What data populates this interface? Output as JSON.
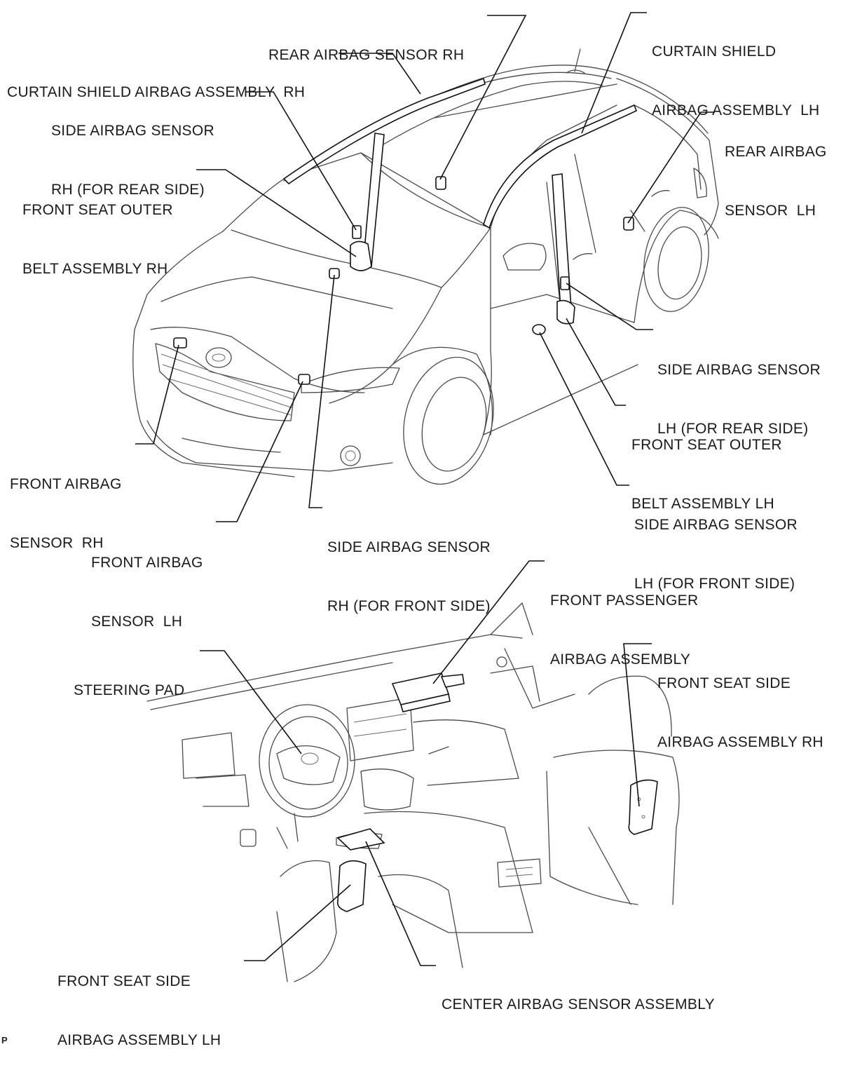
{
  "labels": {
    "rear_airbag_sensor_rh": [
      "REAR AIRBAG SENSOR RH"
    ],
    "curtain_shield_airbag_assembly_rh": [
      "CURTAIN SHIELD AIRBAG ASSEMBLY  RH"
    ],
    "side_airbag_sensor_rh_rear": [
      "SIDE AIRBAG SENSOR",
      "RH (FOR REAR SIDE)"
    ],
    "front_seat_outer_belt_assembly_rh": [
      "FRONT SEAT OUTER",
      "BELT ASSEMBLY RH"
    ],
    "front_airbag_sensor_rh": [
      "FRONT AIRBAG",
      "SENSOR  RH"
    ],
    "front_airbag_sensor_lh": [
      "FRONT AIRBAG",
      "SENSOR  LH"
    ],
    "side_airbag_sensor_rh_front": [
      "SIDE AIRBAG SENSOR",
      "RH (FOR FRONT SIDE)"
    ],
    "curtain_shield_airbag_assembly_lh": [
      "CURTAIN SHIELD",
      "AIRBAG ASSEMBLY  LH"
    ],
    "rear_airbag_sensor_lh": [
      "REAR AIRBAG",
      "SENSOR  LH"
    ],
    "side_airbag_sensor_lh_rear": [
      "SIDE AIRBAG SENSOR",
      "LH (FOR REAR SIDE)"
    ],
    "front_seat_outer_belt_assembly_lh": [
      "FRONT SEAT OUTER",
      "BELT ASSEMBLY LH"
    ],
    "side_airbag_sensor_lh_front": [
      "SIDE AIRBAG SENSOR",
      "LH (FOR FRONT SIDE)"
    ],
    "front_passenger_airbag_assembly": [
      "FRONT PASSENGER",
      "AIRBAG ASSEMBLY"
    ],
    "steering_pad": [
      "STEERING PAD"
    ],
    "front_seat_side_airbag_assembly_rh": [
      "FRONT SEAT SIDE",
      "AIRBAG ASSEMBLY RH"
    ],
    "front_seat_side_airbag_assembly_lh": [
      "FRONT SEAT SIDE",
      "AIRBAG ASSEMBLY LH"
    ],
    "center_airbag_sensor_assembly": [
      "CENTER AIRBAG SENSOR ASSEMBLY"
    ]
  },
  "figure_ref": "P"
}
